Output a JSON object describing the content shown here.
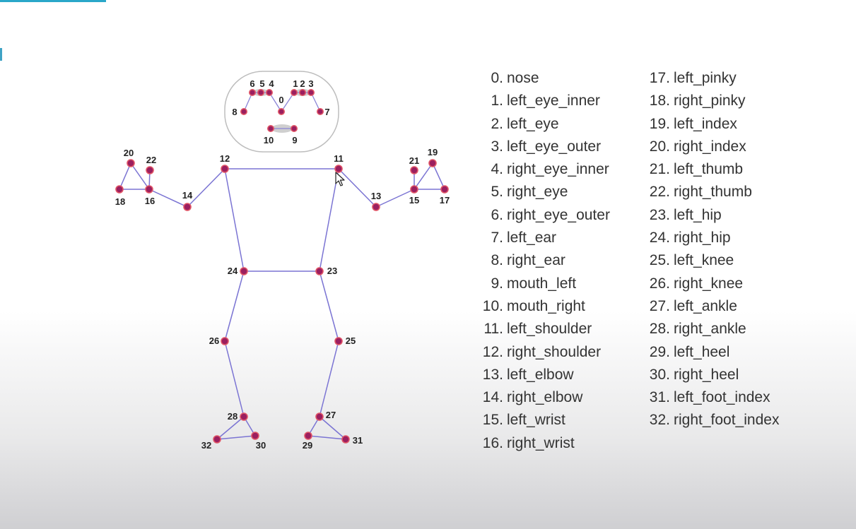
{
  "diagram": {
    "colors": {
      "line": "#7b74d3",
      "node": "#9b1f5f",
      "node_ring": "#e05566",
      "face_line": "#8a84d6",
      "head_outline": "#bdbdbd",
      "eye_fill": "#cfcfcf"
    },
    "landmark_labels": [
      "0",
      "1",
      "2",
      "3",
      "4",
      "5",
      "6",
      "7",
      "8",
      "9",
      "10",
      "11",
      "12",
      "13",
      "14",
      "15",
      "16",
      "17",
      "18",
      "19",
      "20",
      "21",
      "22",
      "23",
      "24",
      "25",
      "26",
      "27",
      "28",
      "29",
      "30",
      "31",
      "32"
    ]
  },
  "legend": [
    {
      "num": "0.",
      "name": "nose"
    },
    {
      "num": "1.",
      "name": "left_eye_inner"
    },
    {
      "num": "2.",
      "name": "left_eye"
    },
    {
      "num": "3.",
      "name": "left_eye_outer"
    },
    {
      "num": "4.",
      "name": "right_eye_inner"
    },
    {
      "num": "5.",
      "name": "right_eye"
    },
    {
      "num": "6.",
      "name": "right_eye_outer"
    },
    {
      "num": "7.",
      "name": "left_ear"
    },
    {
      "num": "8.",
      "name": "right_ear"
    },
    {
      "num": "9.",
      "name": "mouth_left"
    },
    {
      "num": "10.",
      "name": "mouth_right"
    },
    {
      "num": "11.",
      "name": "left_shoulder"
    },
    {
      "num": "12.",
      "name": "right_shoulder"
    },
    {
      "num": "13.",
      "name": "left_elbow"
    },
    {
      "num": "14.",
      "name": "right_elbow"
    },
    {
      "num": "15.",
      "name": "left_wrist"
    },
    {
      "num": "16.",
      "name": "right_wrist"
    },
    {
      "num": "17.",
      "name": "left_pinky"
    },
    {
      "num": "18.",
      "name": "right_pinky"
    },
    {
      "num": "19.",
      "name": "left_index"
    },
    {
      "num": "20.",
      "name": "right_index"
    },
    {
      "num": "21.",
      "name": "left_thumb"
    },
    {
      "num": "22.",
      "name": "right_thumb"
    },
    {
      "num": "23.",
      "name": "left_hip"
    },
    {
      "num": "24.",
      "name": "right_hip"
    },
    {
      "num": "25.",
      "name": "left_knee"
    },
    {
      "num": "26.",
      "name": "right_knee"
    },
    {
      "num": "27.",
      "name": "left_ankle"
    },
    {
      "num": "28.",
      "name": "right_ankle"
    },
    {
      "num": "29.",
      "name": "left_heel"
    },
    {
      "num": "30.",
      "name": "right_heel"
    },
    {
      "num": "31.",
      "name": "left_foot_index"
    },
    {
      "num": "32.",
      "name": "right_foot_index"
    }
  ]
}
